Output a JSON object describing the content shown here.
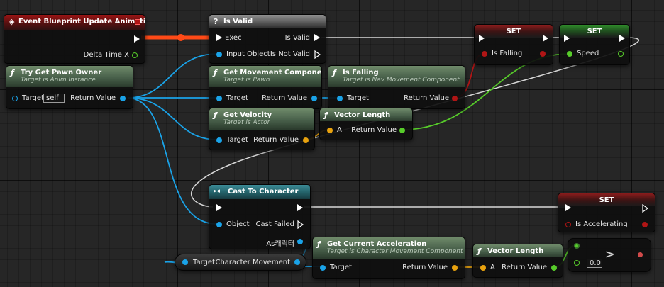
{
  "nodes": {
    "event": {
      "title": "Event Blueprint Update Animation",
      "delta_label": "Delta Time X"
    },
    "is_valid": {
      "title": "Is Valid",
      "exec_label": "Exec",
      "input_label": "Input Object",
      "valid_label": "Is Valid",
      "not_valid_label": "Is Not Valid"
    },
    "set_falling": {
      "title": "SET",
      "var_label": "Is Falling"
    },
    "set_speed": {
      "title": "SET",
      "var_label": "Speed"
    },
    "try_get_pawn": {
      "title": "Try Get Pawn Owner",
      "subtitle": "Target is Anim Instance",
      "target_label": "Target",
      "target_value": "self",
      "return_label": "Return Value"
    },
    "get_movement": {
      "title": "Get Movement Component",
      "subtitle": "Target is Pawn",
      "target_label": "Target",
      "return_label": "Return Value"
    },
    "is_falling": {
      "title": "Is Falling",
      "subtitle": "Target is Nav Movement Component",
      "target_label": "Target",
      "return_label": "Return Value"
    },
    "get_velocity": {
      "title": "Get Velocity",
      "subtitle": "Target is Actor",
      "target_label": "Target",
      "return_label": "Return Value"
    },
    "vector_length_1": {
      "title": "Vector Length",
      "a_label": "A",
      "return_label": "Return Value"
    },
    "cast": {
      "title": "Cast To Character",
      "object_label": "Object",
      "failed_label": "Cast Failed",
      "as_label": "As캐릭터"
    },
    "set_accel": {
      "title": "SET",
      "var_label": "Is Accelerating"
    },
    "char_movement": {
      "target_label": "Target",
      "value_label": "Character Movement"
    },
    "get_accel": {
      "title": "Get Current Acceleration",
      "subtitle": "Target is Character Movement Component",
      "target_label": "Target",
      "return_label": "Return Value"
    },
    "vector_length_2": {
      "title": "Vector Length",
      "a_label": "A",
      "return_label": "Return Value"
    },
    "compare": {
      "operator": ">",
      "b_value": "0.0"
    }
  },
  "colors": {
    "exec": "#ffffff",
    "object": "#1aa3e8",
    "struct_vector": "#e8a20e",
    "float": "#57cc2a",
    "bool": "#b01515",
    "exec_wire_hot": "#ff4a17"
  },
  "icons": {
    "event": "event-diamond-icon",
    "function": "function-f-icon",
    "macro": "question-mark-icon",
    "cast": "cast-arrows-icon"
  }
}
